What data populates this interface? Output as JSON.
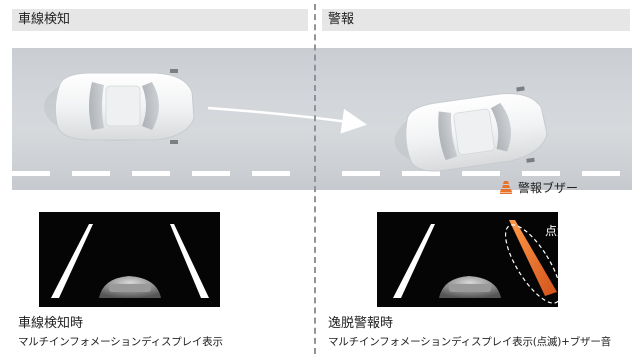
{
  "panels": {
    "left_title": "車線検知",
    "right_title": "警報"
  },
  "road_labels": {
    "buzzer": "警報ブザー"
  },
  "display_labels": {
    "flash": "点滅"
  },
  "captions": {
    "left_title": "車線検知時",
    "left_sub": "マルチインフォメーションディスプレイ表示",
    "right_title": "逸脱警報時",
    "right_sub": "マルチインフォメーションディスプレイ表示(点滅)+ブザー音"
  },
  "colors": {
    "warning_orange": "#e8732a",
    "lane_white": "#ffffff",
    "display_bg": "#050505",
    "road_gray": "#cfd2d6"
  },
  "icons": {
    "buzzer": "buzzer-icon",
    "arrow": "lane-change-arrow"
  }
}
